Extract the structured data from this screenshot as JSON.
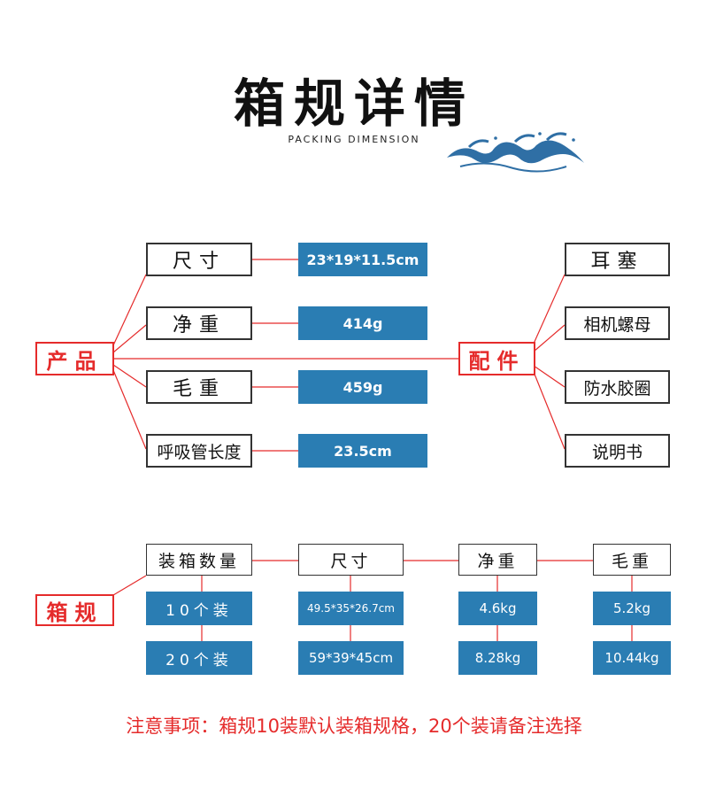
{
  "header": {
    "title": "箱规详情",
    "subtitle": "PACKING DIMENSION"
  },
  "colors": {
    "accent_blue": "#2a7db3",
    "accent_red": "#e52b2b",
    "wave_blue": "#2f6fa5"
  },
  "product": {
    "label": "产品",
    "rows": [
      {
        "name": "尺寸",
        "value": "23*19*11.5cm"
      },
      {
        "name": "净重",
        "value": "414g"
      },
      {
        "name": "毛重",
        "value": "459g"
      },
      {
        "name": "呼吸管长度",
        "value": "23.5cm"
      }
    ]
  },
  "accessories": {
    "label": "配件",
    "items": [
      "耳塞",
      "相机螺母",
      "防水胶圈",
      "说明书"
    ]
  },
  "box_spec": {
    "label": "箱规",
    "columns": [
      {
        "header": "装箱数量",
        "values": [
          "10个装",
          "20个装"
        ]
      },
      {
        "header": "尺寸",
        "values": [
          "49.5*35*26.7cm",
          "59*39*45cm"
        ]
      },
      {
        "header": "净重",
        "values": [
          "4.6kg",
          "8.28kg"
        ]
      },
      {
        "header": "毛重",
        "values": [
          "5.2kg",
          "10.44kg"
        ]
      }
    ]
  },
  "note": "注意事项：箱规10装默认装箱规格，20个装请备注选择"
}
